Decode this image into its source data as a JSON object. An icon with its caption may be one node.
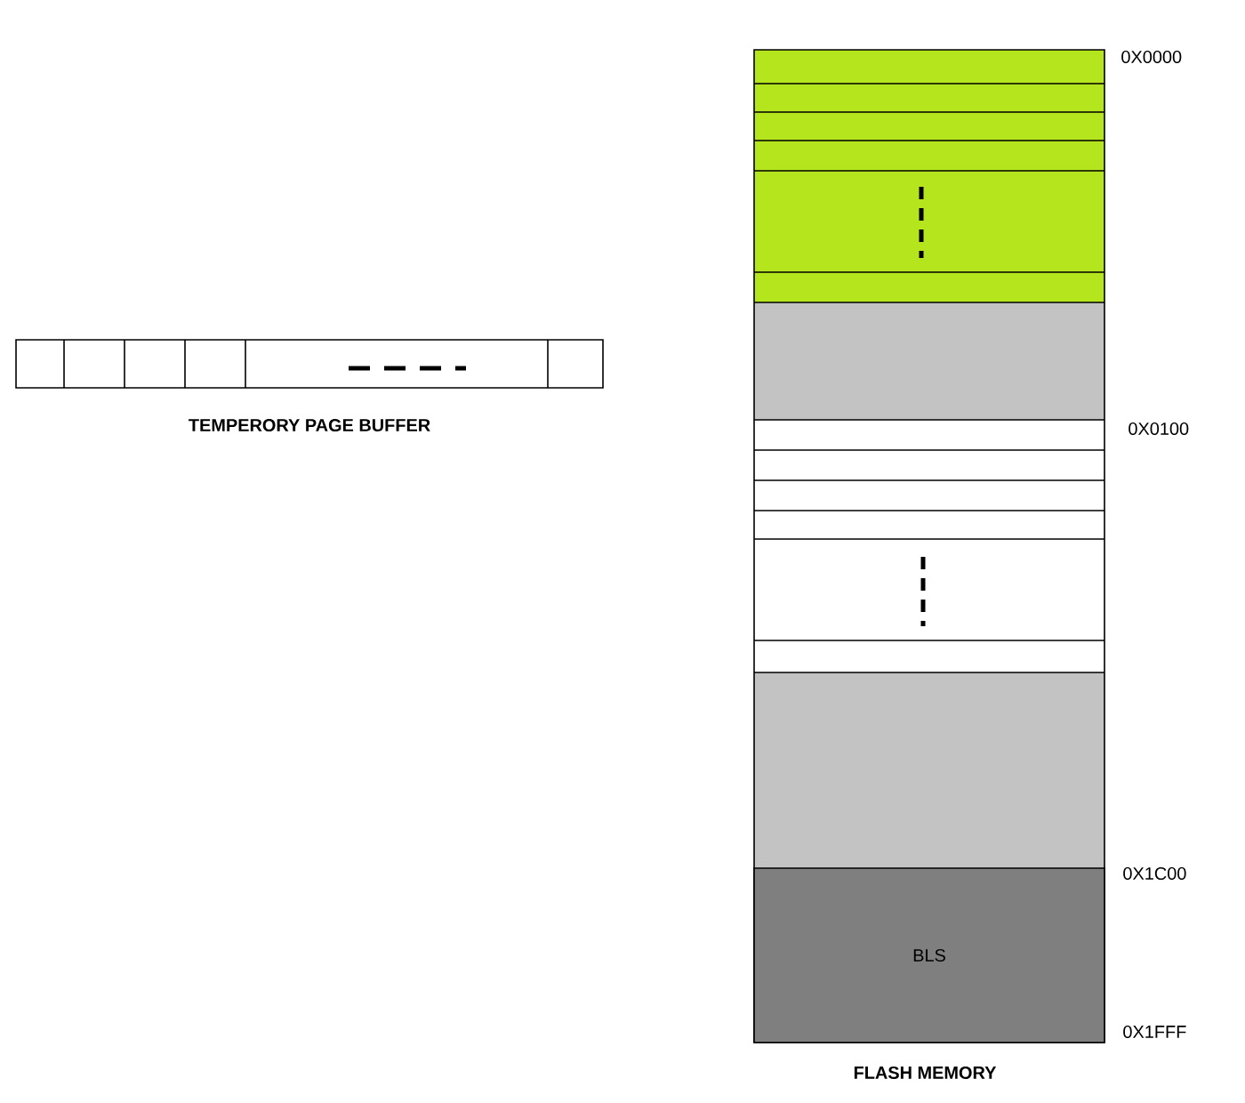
{
  "diagram": {
    "nodes": [
      {
        "text": [],
        "shape": "box",
        "beside": [
          "TEMPERORY PAGE BUFFER"
        ]
      },
      {
        "text": [],
        "shape": "box",
        "beside": [
          "FLASH MEMORY"
        ]
      },
      {
        "text": [
          "BLS"
        ],
        "in": 1
      }
    ],
    "labels": [
      "0X0000",
      "0X0100",
      "0X1C00",
      "0X1FFF"
    ]
  }
}
